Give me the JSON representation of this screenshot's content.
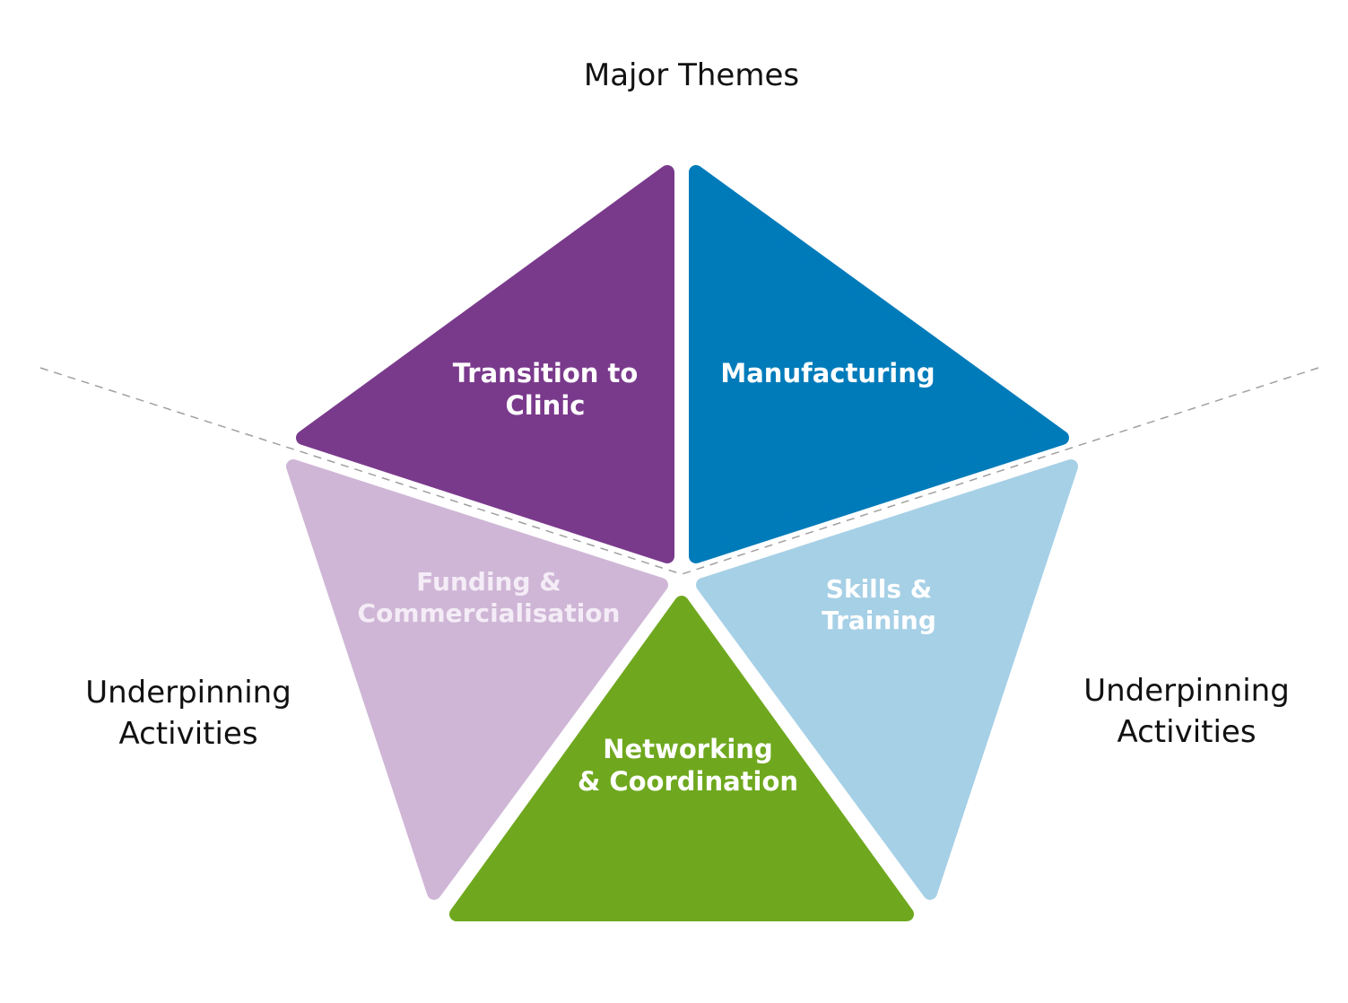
{
  "diagram": {
    "heading_top": "Major Themes",
    "heading_left": [
      "Underpinning",
      "Activities"
    ],
    "heading_right": [
      "Underpinning",
      "Activities"
    ],
    "segments": [
      {
        "id": "transition",
        "lines": [
          "Transition to",
          "Clinic"
        ],
        "color": "#7a3a8c",
        "group": "major"
      },
      {
        "id": "manufacturing",
        "lines": [
          "Manufacturing"
        ],
        "color": "#007bba",
        "group": "major"
      },
      {
        "id": "funding",
        "lines": [
          "Funding &",
          "Commercialisation"
        ],
        "color": "#cfb6d6",
        "group": "underpinning"
      },
      {
        "id": "skills",
        "lines": [
          "Skills &",
          "Training"
        ],
        "color": "#a6d0e6",
        "group": "underpinning"
      },
      {
        "id": "networking",
        "lines": [
          "Networking",
          "& Coordination"
        ],
        "color": "#6fa81e",
        "group": "underpinning"
      }
    ],
    "divider_color": "#a0a0a0"
  }
}
